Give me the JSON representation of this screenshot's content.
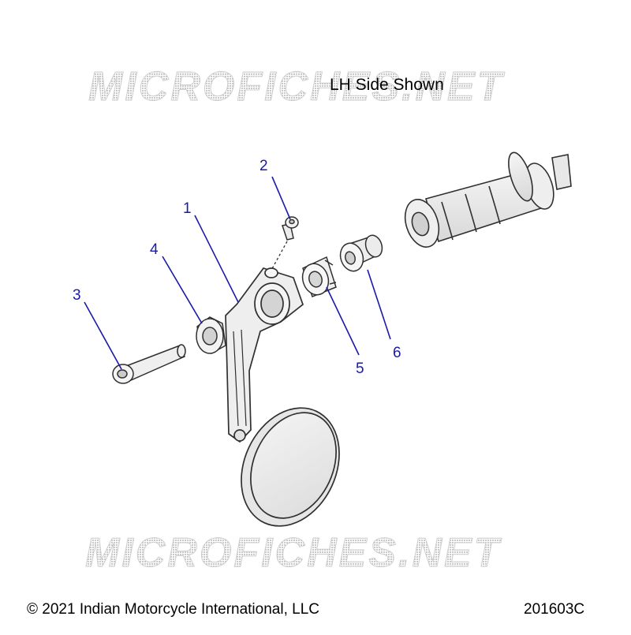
{
  "header": {
    "subtitle": "LH Side Shown"
  },
  "watermark": {
    "text": "MICROFICHES.NET"
  },
  "callouts": [
    {
      "id": "1",
      "label": "1"
    },
    {
      "id": "2",
      "label": "2"
    },
    {
      "id": "3",
      "label": "3"
    },
    {
      "id": "4",
      "label": "4"
    },
    {
      "id": "5",
      "label": "5"
    },
    {
      "id": "6",
      "label": "6"
    }
  ],
  "footer": {
    "copyright": "© 2021 Indian Motorcycle International, LLC",
    "diagram_code": "201603C"
  },
  "colors": {
    "callout": "#1a1aa8",
    "line": "#303030",
    "watermark": "#d4d4d4"
  }
}
